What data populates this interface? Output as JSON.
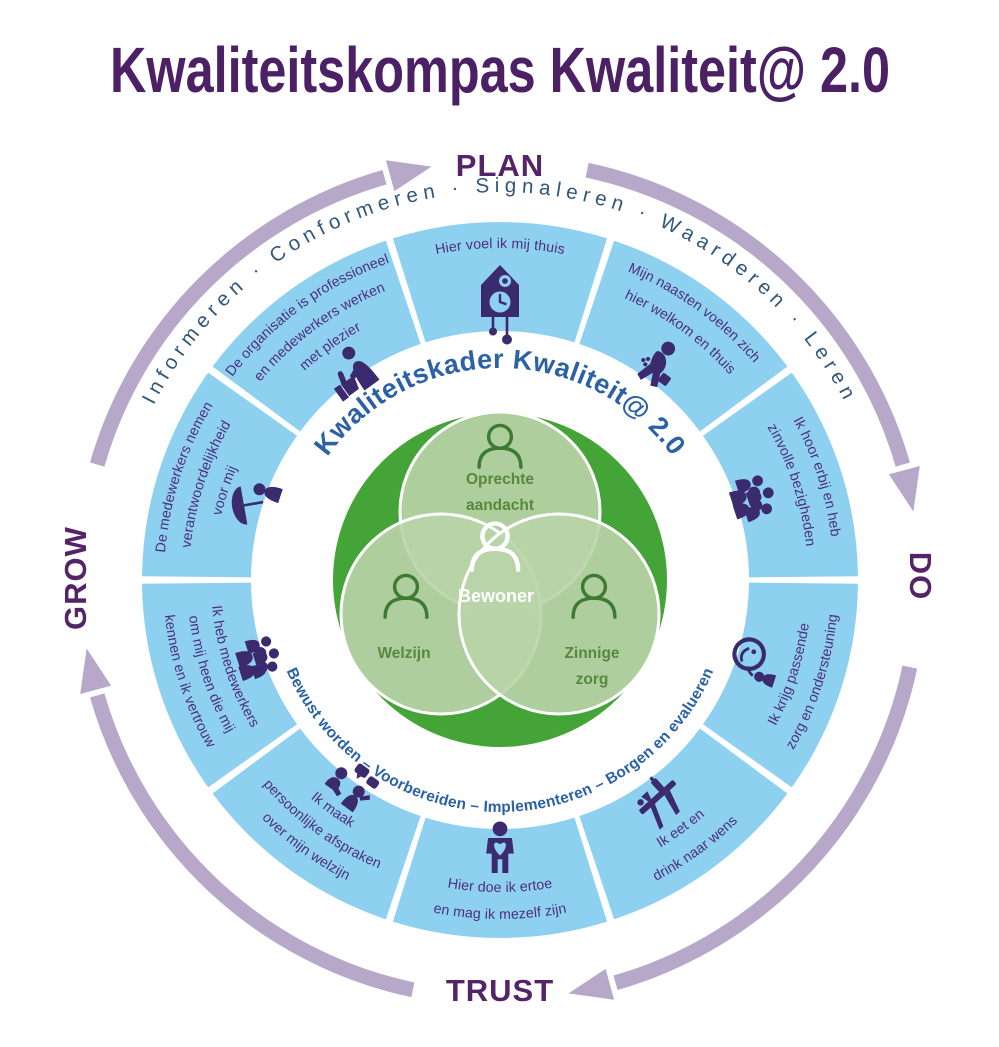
{
  "title": "Kwaliteitskompas Kwaliteit@ 2.0",
  "compass": {
    "top": "PLAN",
    "right": "DO",
    "bottom": "TRUST",
    "left": "GROW"
  },
  "cycle_words": "Informeren · Conformeren · Signaleren · Waarderen · Leren",
  "inner_ring": {
    "top_text": "Kwaliteitskader Kwaliteit@ 2.0",
    "bottom_text": "Bewust worden – Voorbereiden – Implementeren – Borgen en evalueren"
  },
  "center": {
    "resident_label": "Bewoner",
    "values": [
      {
        "name": "oprechte-aandacht",
        "lines": [
          "Oprechte",
          "aandacht"
        ],
        "position": "top"
      },
      {
        "name": "welzijn",
        "lines": [
          "Welzijn"
        ],
        "position": "bottom-left"
      },
      {
        "name": "zinnige-zorg",
        "lines": [
          "Zinnige",
          "zorg"
        ],
        "position": "bottom-right"
      }
    ]
  },
  "segments": [
    {
      "angle": 0,
      "flipped": false,
      "icon": "cuckoo-clock-icon",
      "lines": [
        "Hier voel ik mij thuis"
      ]
    },
    {
      "angle": 36,
      "flipped": false,
      "icon": "visitor-with-bags-icon",
      "lines": [
        "Mijn naasten voelen zich",
        "hier welkom en thuis"
      ]
    },
    {
      "angle": 72,
      "flipped": false,
      "icon": "group-of-people-icon",
      "lines": [
        "Ik hoor erbij en heb",
        "zinvolle bezigheden"
      ]
    },
    {
      "angle": 108,
      "flipped": true,
      "icon": "caregiver-support-icon",
      "lines": [
        "Ik krijg passende",
        "zorg en ondersteuning"
      ]
    },
    {
      "angle": 144,
      "flipped": true,
      "icon": "dining-table-icon",
      "lines": [
        "Ik eet en",
        "drink naar wens"
      ]
    },
    {
      "angle": 180,
      "flipped": true,
      "icon": "person-with-heart-icon",
      "lines": [
        "Hier doe ik ertoe",
        "en mag ik mezelf zijn"
      ]
    },
    {
      "angle": 216,
      "flipped": true,
      "icon": "two-people-talking-icon",
      "lines": [
        "Ik maak",
        "persoonlijke afspraken",
        "over mijn welzijn"
      ]
    },
    {
      "angle": 252,
      "flipped": true,
      "icon": "team-group-icon",
      "lines": [
        "Ik heb medewerkers",
        "om mij heen die mij",
        "kennen en ik vertrouw"
      ]
    },
    {
      "angle": 288,
      "flipped": false,
      "icon": "person-under-umbrella-icon",
      "lines": [
        "De medewerkers nemen",
        "verantwoordelijkheid",
        "voor mij"
      ]
    },
    {
      "angle": 324,
      "flipped": false,
      "icon": "person-thumbs-up-icon",
      "lines": [
        "De organisatie is professioneel",
        "en medewerkers werken",
        "met plezier"
      ]
    }
  ],
  "colors": {
    "title_purple": "#4b2064",
    "compass_purple": "#552367",
    "arrow_lavender": "#b7a8ca",
    "segment_blue": "#8dd0f0",
    "statement_purple": "#4f2d7f",
    "icon_purple": "#3b2a6e",
    "cycle_words_blue": "#30587a",
    "ring_text_blue": "#2a62a5",
    "venn_dark_green": "#45a437",
    "venn_light_green": "#b9d4a8",
    "venn_label_green": "#57883d",
    "venn_icon_green": "#3f7a33",
    "white": "#ffffff"
  }
}
